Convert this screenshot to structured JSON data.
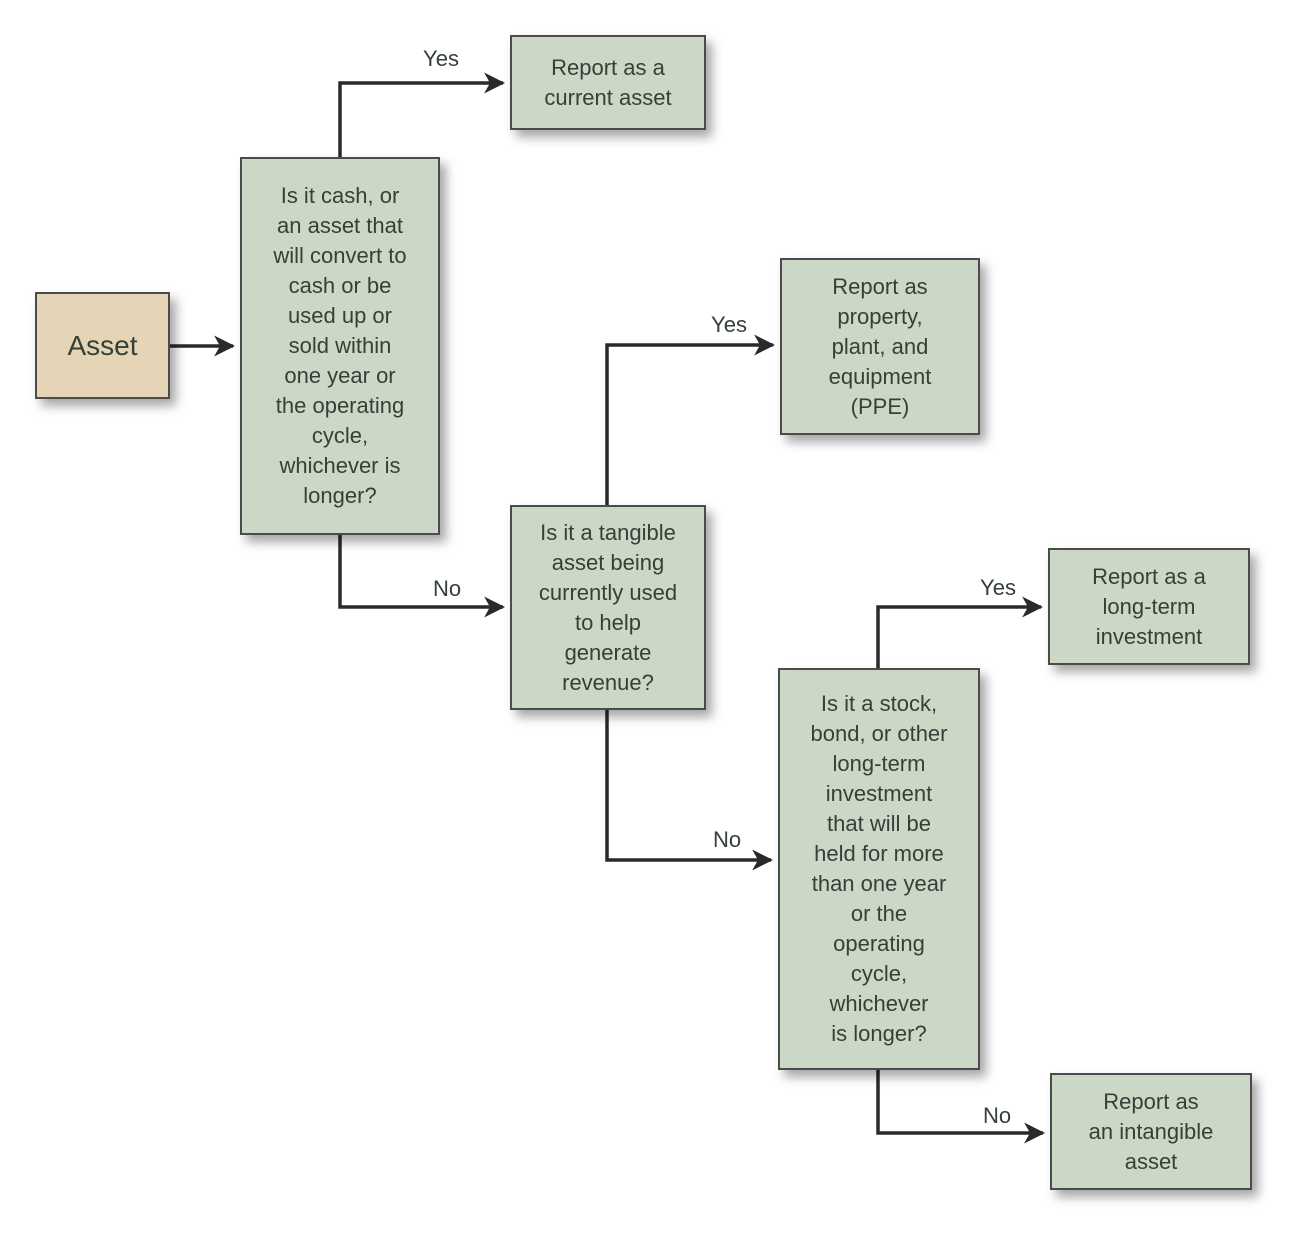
{
  "diagram": {
    "type": "flowchart",
    "nodes": {
      "asset": {
        "kind": "start",
        "label": "Asset"
      },
      "q1": {
        "kind": "decision",
        "label": "Is it cash, or\nan asset that\nwill convert to\ncash or be\nused up or\nsold within\none year or\nthe operating\ncycle,\nwhichever is\nlonger?"
      },
      "r_current": {
        "kind": "outcome",
        "label": "Report as a\ncurrent asset"
      },
      "q2": {
        "kind": "decision",
        "label": "Is it a tangible\nasset being\ncurrently used\nto help\ngenerate\nrevenue?"
      },
      "r_ppe": {
        "kind": "outcome",
        "label": "Report as\nproperty,\nplant, and\nequipment\n(PPE)"
      },
      "q3": {
        "kind": "decision",
        "label": "Is it a stock,\nbond, or other\nlong-term\ninvestment\nthat will be\nheld for more\nthan one year\nor the\noperating\ncycle,\nwhichever\nis longer?"
      },
      "r_lti": {
        "kind": "outcome",
        "label": "Report as a\nlong-term\ninvestment"
      },
      "r_intangible": {
        "kind": "outcome",
        "label": "Report as\nan intangible\nasset"
      }
    },
    "edges": {
      "asset_to_q1": {
        "from": "asset",
        "to": "q1",
        "label": ""
      },
      "q1_yes": {
        "from": "q1",
        "to": "r_current",
        "label": "Yes"
      },
      "q1_no": {
        "from": "q1",
        "to": "q2",
        "label": "No"
      },
      "q2_yes": {
        "from": "q2",
        "to": "r_ppe",
        "label": "Yes"
      },
      "q2_no": {
        "from": "q2",
        "to": "q3",
        "label": "No"
      },
      "q3_yes": {
        "from": "q3",
        "to": "r_lti",
        "label": "Yes"
      },
      "q3_no": {
        "from": "q3",
        "to": "r_intangible",
        "label": "No"
      }
    },
    "colors": {
      "box_green": "#ccd8c6",
      "box_tan": "#e6d4b6",
      "border": "#4b4b4b",
      "text": "#344038",
      "arrow": "#2a2a2a"
    }
  }
}
